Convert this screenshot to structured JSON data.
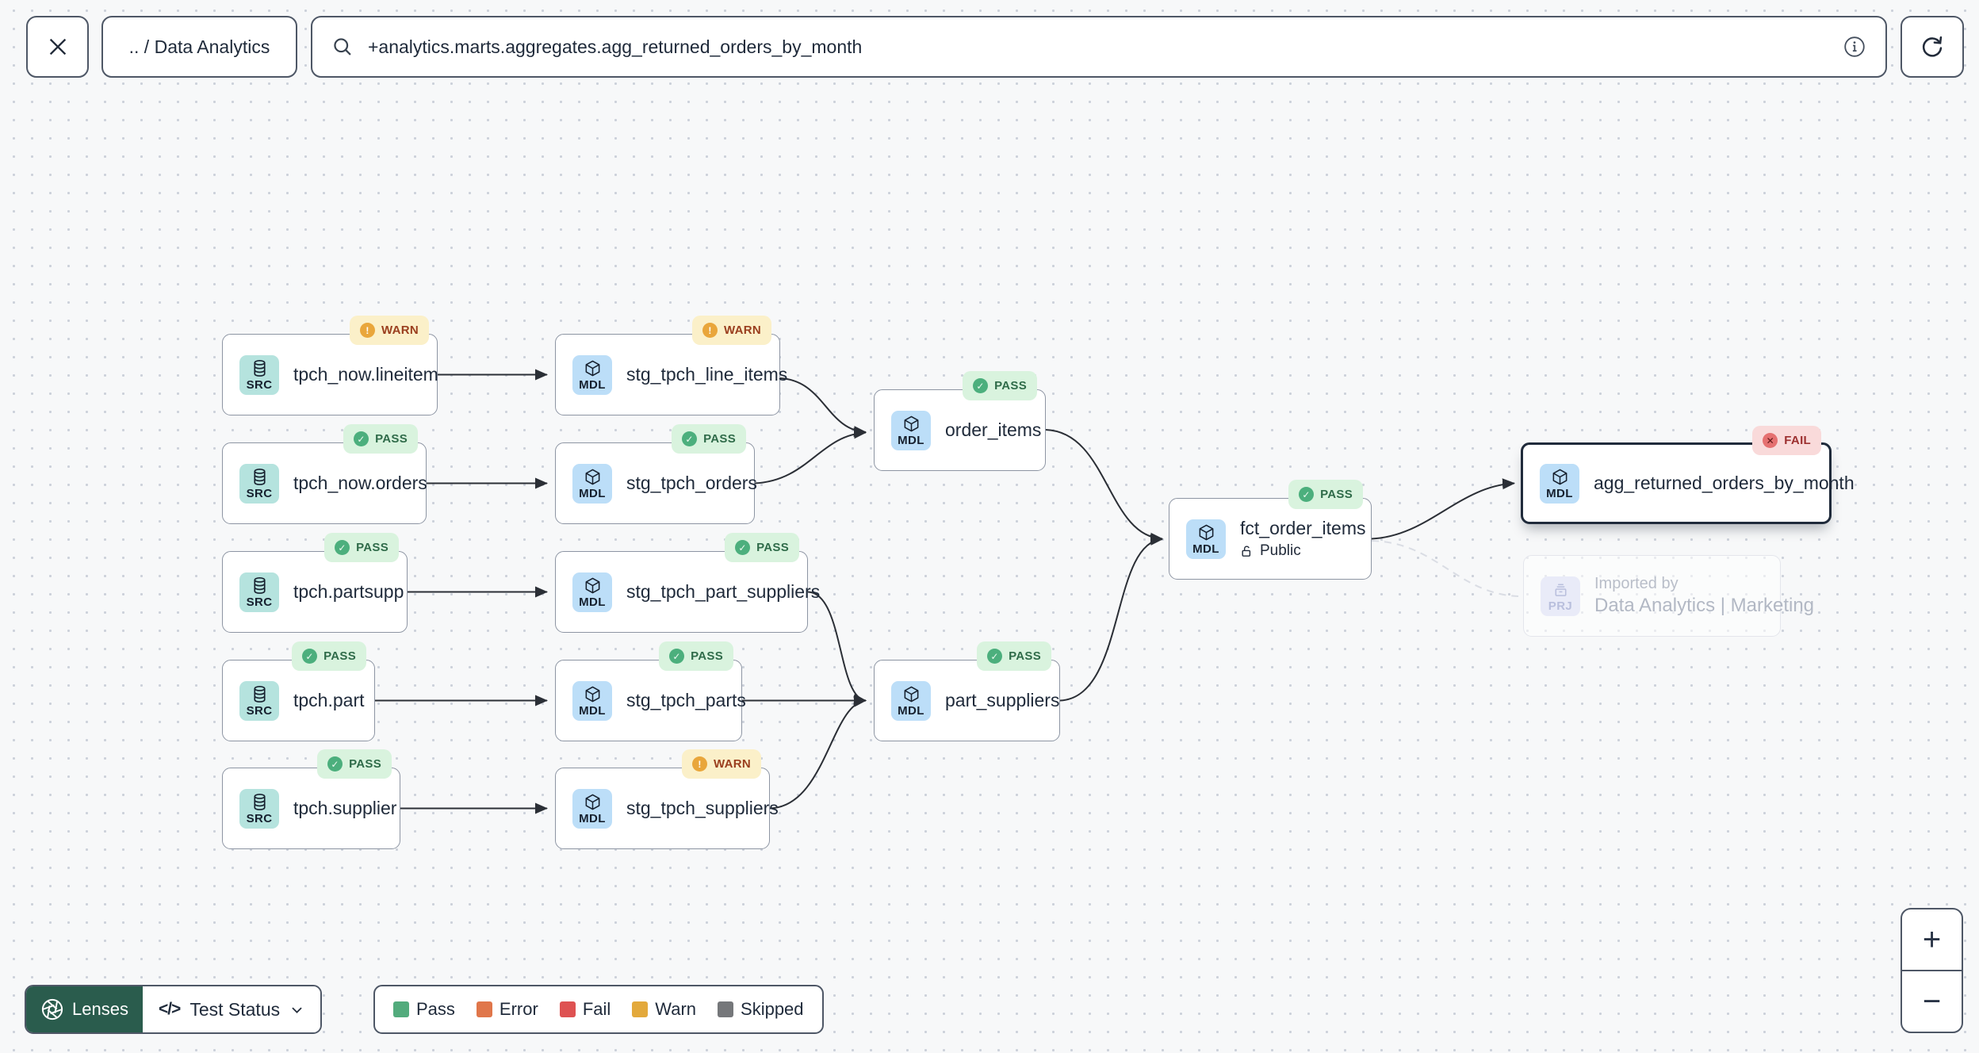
{
  "toolbar": {
    "breadcrumb": ".. / Data Analytics",
    "search_value": "+analytics.marts.aggregates.agg_returned_orders_by_month"
  },
  "icons": {
    "pass": "✓",
    "warn": "!",
    "fail": "✕",
    "code": "</>",
    "zoom_in": "+",
    "zoom_out": "−"
  },
  "graph": {
    "nodes": [
      {
        "id": "tpch_now.lineitem",
        "type": "SRC",
        "label": "tpch_now.lineitem",
        "status": "WARN"
      },
      {
        "id": "stg_tpch_line_items",
        "type": "MDL",
        "label": "stg_tpch_line_items",
        "status": "WARN"
      },
      {
        "id": "tpch_now.orders",
        "type": "SRC",
        "label": "tpch_now.orders",
        "status": "PASS"
      },
      {
        "id": "stg_tpch_orders",
        "type": "MDL",
        "label": "stg_tpch_orders",
        "status": "PASS"
      },
      {
        "id": "tpch.partsupp",
        "type": "SRC",
        "label": "tpch.partsupp",
        "status": "PASS"
      },
      {
        "id": "stg_tpch_part_suppliers",
        "type": "MDL",
        "label": "stg_tpch_part_suppliers",
        "status": "PASS"
      },
      {
        "id": "tpch.part",
        "type": "SRC",
        "label": "tpch.part",
        "status": "PASS"
      },
      {
        "id": "stg_tpch_parts",
        "type": "MDL",
        "label": "stg_tpch_parts",
        "status": "PASS"
      },
      {
        "id": "tpch.supplier",
        "type": "SRC",
        "label": "tpch.supplier",
        "status": "PASS"
      },
      {
        "id": "stg_tpch_suppliers",
        "type": "MDL",
        "label": "stg_tpch_suppliers",
        "status": "WARN"
      },
      {
        "id": "order_items",
        "type": "MDL",
        "label": "order_items",
        "status": "PASS"
      },
      {
        "id": "part_suppliers",
        "type": "MDL",
        "label": "part_suppliers",
        "status": "PASS"
      },
      {
        "id": "fct_order_items",
        "type": "MDL",
        "label": "fct_order_items",
        "status": "PASS",
        "sublabel": "Public"
      },
      {
        "id": "agg_returned_orders_by_month",
        "type": "MDL",
        "label": "agg_returned_orders_by_month",
        "status": "FAIL",
        "selected": true
      },
      {
        "id": "imported_by_project",
        "type": "PRJ",
        "label": "Imported by",
        "label2": "Data Analytics | Marketing",
        "ghost": true
      }
    ],
    "edges": [
      {
        "from": "tpch_now.lineitem",
        "to": "stg_tpch_line_items",
        "style": "solid"
      },
      {
        "from": "tpch_now.orders",
        "to": "stg_tpch_orders",
        "style": "solid"
      },
      {
        "from": "tpch.partsupp",
        "to": "stg_tpch_part_suppliers",
        "style": "solid"
      },
      {
        "from": "tpch.part",
        "to": "stg_tpch_parts",
        "style": "solid"
      },
      {
        "from": "tpch.supplier",
        "to": "stg_tpch_suppliers",
        "style": "solid"
      },
      {
        "from": "stg_tpch_line_items",
        "to": "order_items",
        "style": "solid"
      },
      {
        "from": "stg_tpch_orders",
        "to": "order_items",
        "style": "solid"
      },
      {
        "from": "stg_tpch_part_suppliers",
        "to": "part_suppliers",
        "style": "solid"
      },
      {
        "from": "stg_tpch_parts",
        "to": "part_suppliers",
        "style": "solid"
      },
      {
        "from": "stg_tpch_suppliers",
        "to": "part_suppliers",
        "style": "solid"
      },
      {
        "from": "order_items",
        "to": "fct_order_items",
        "style": "solid"
      },
      {
        "from": "part_suppliers",
        "to": "fct_order_items",
        "style": "solid"
      },
      {
        "from": "fct_order_items",
        "to": "agg_returned_orders_by_month",
        "style": "solid"
      },
      {
        "from": "fct_order_items",
        "to": "imported_by_project",
        "style": "dashed"
      }
    ]
  },
  "footer": {
    "lenses_label": "Lenses",
    "lens_selected": "Test Status",
    "legend": {
      "items": [
        {
          "label": "Pass",
          "color": "#52ab7c"
        },
        {
          "label": "Error",
          "color": "#e0764a"
        },
        {
          "label": "Fail",
          "color": "#de5252"
        },
        {
          "label": "Warn",
          "color": "#e3a93c"
        },
        {
          "label": "Skipped",
          "color": "#75777a"
        }
      ]
    }
  },
  "colors": {
    "canvas_bg": "#f7f8f9",
    "node_border": "#8d95a3",
    "selected_border": "#202b3b",
    "src_box": "#b5e3de",
    "mdl_box": "#bcdef8",
    "prj_box": "#e9ebf8",
    "pass_bg": "#d9f3de",
    "warn_bg": "#fbf0c9",
    "fail_bg": "#f9dada",
    "lenses_green": "#2a5c4d"
  }
}
